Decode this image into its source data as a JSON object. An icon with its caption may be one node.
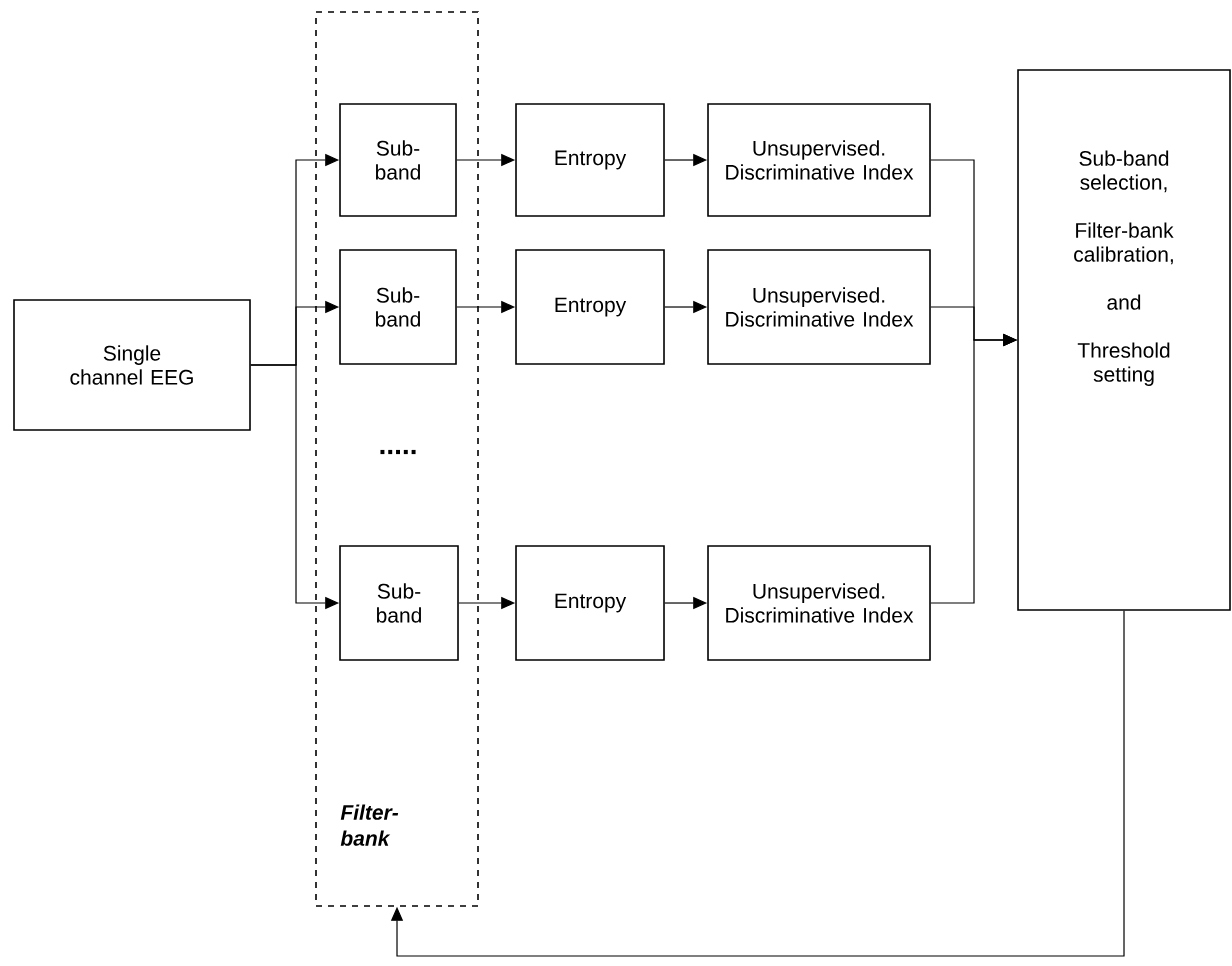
{
  "diagram": {
    "nodes": [
      {
        "text": [
          "Single channel EEG"
        ]
      },
      {
        "text": [
          "Filter-bank"
        ]
      },
      {
        "text": [
          "Sub-band"
        ],
        "in": 1
      },
      {
        "text": [
          "Sub-band"
        ],
        "in": 1
      },
      {
        "text": [
          "Sub-band"
        ],
        "in": 1
      },
      {
        "text": [
          "Entropy"
        ]
      },
      {
        "text": [
          "Entropy"
        ]
      },
      {
        "text": [
          "Entropy"
        ]
      },
      {
        "text": [
          "Unsupervised. Discriminative Index"
        ]
      },
      {
        "text": [
          "Unsupervised. Discriminative Index"
        ]
      },
      {
        "text": [
          "Unsupervised. Discriminative Index"
        ]
      },
      {
        "text": [
          "Sub-band selection,",
          "Filter-bank calibration,",
          "and",
          "Threshold setting"
        ]
      }
    ],
    "edges": [
      {
        "from": 0,
        "to": 2,
        "arrow": "to"
      },
      {
        "from": 0,
        "to": 3,
        "arrow": "to"
      },
      {
        "from": 0,
        "to": 4,
        "arrow": "to"
      },
      {
        "from": 2,
        "to": 5,
        "arrow": "to"
      },
      {
        "from": 3,
        "to": 6,
        "arrow": "to"
      },
      {
        "from": 4,
        "to": 7,
        "arrow": "to"
      },
      {
        "from": 5,
        "to": 8,
        "arrow": "to"
      },
      {
        "from": 6,
        "to": 9,
        "arrow": "to"
      },
      {
        "from": 7,
        "to": 10,
        "arrow": "to"
      },
      {
        "from": 8,
        "to": 11,
        "arrow": "to"
      },
      {
        "from": 9,
        "to": 11,
        "arrow": "to"
      },
      {
        "from": 10,
        "to": 11,
        "arrow": "to"
      },
      {
        "from": 11,
        "to": 1,
        "arrow": "to"
      }
    ],
    "labels": [
      "....."
    ]
  }
}
